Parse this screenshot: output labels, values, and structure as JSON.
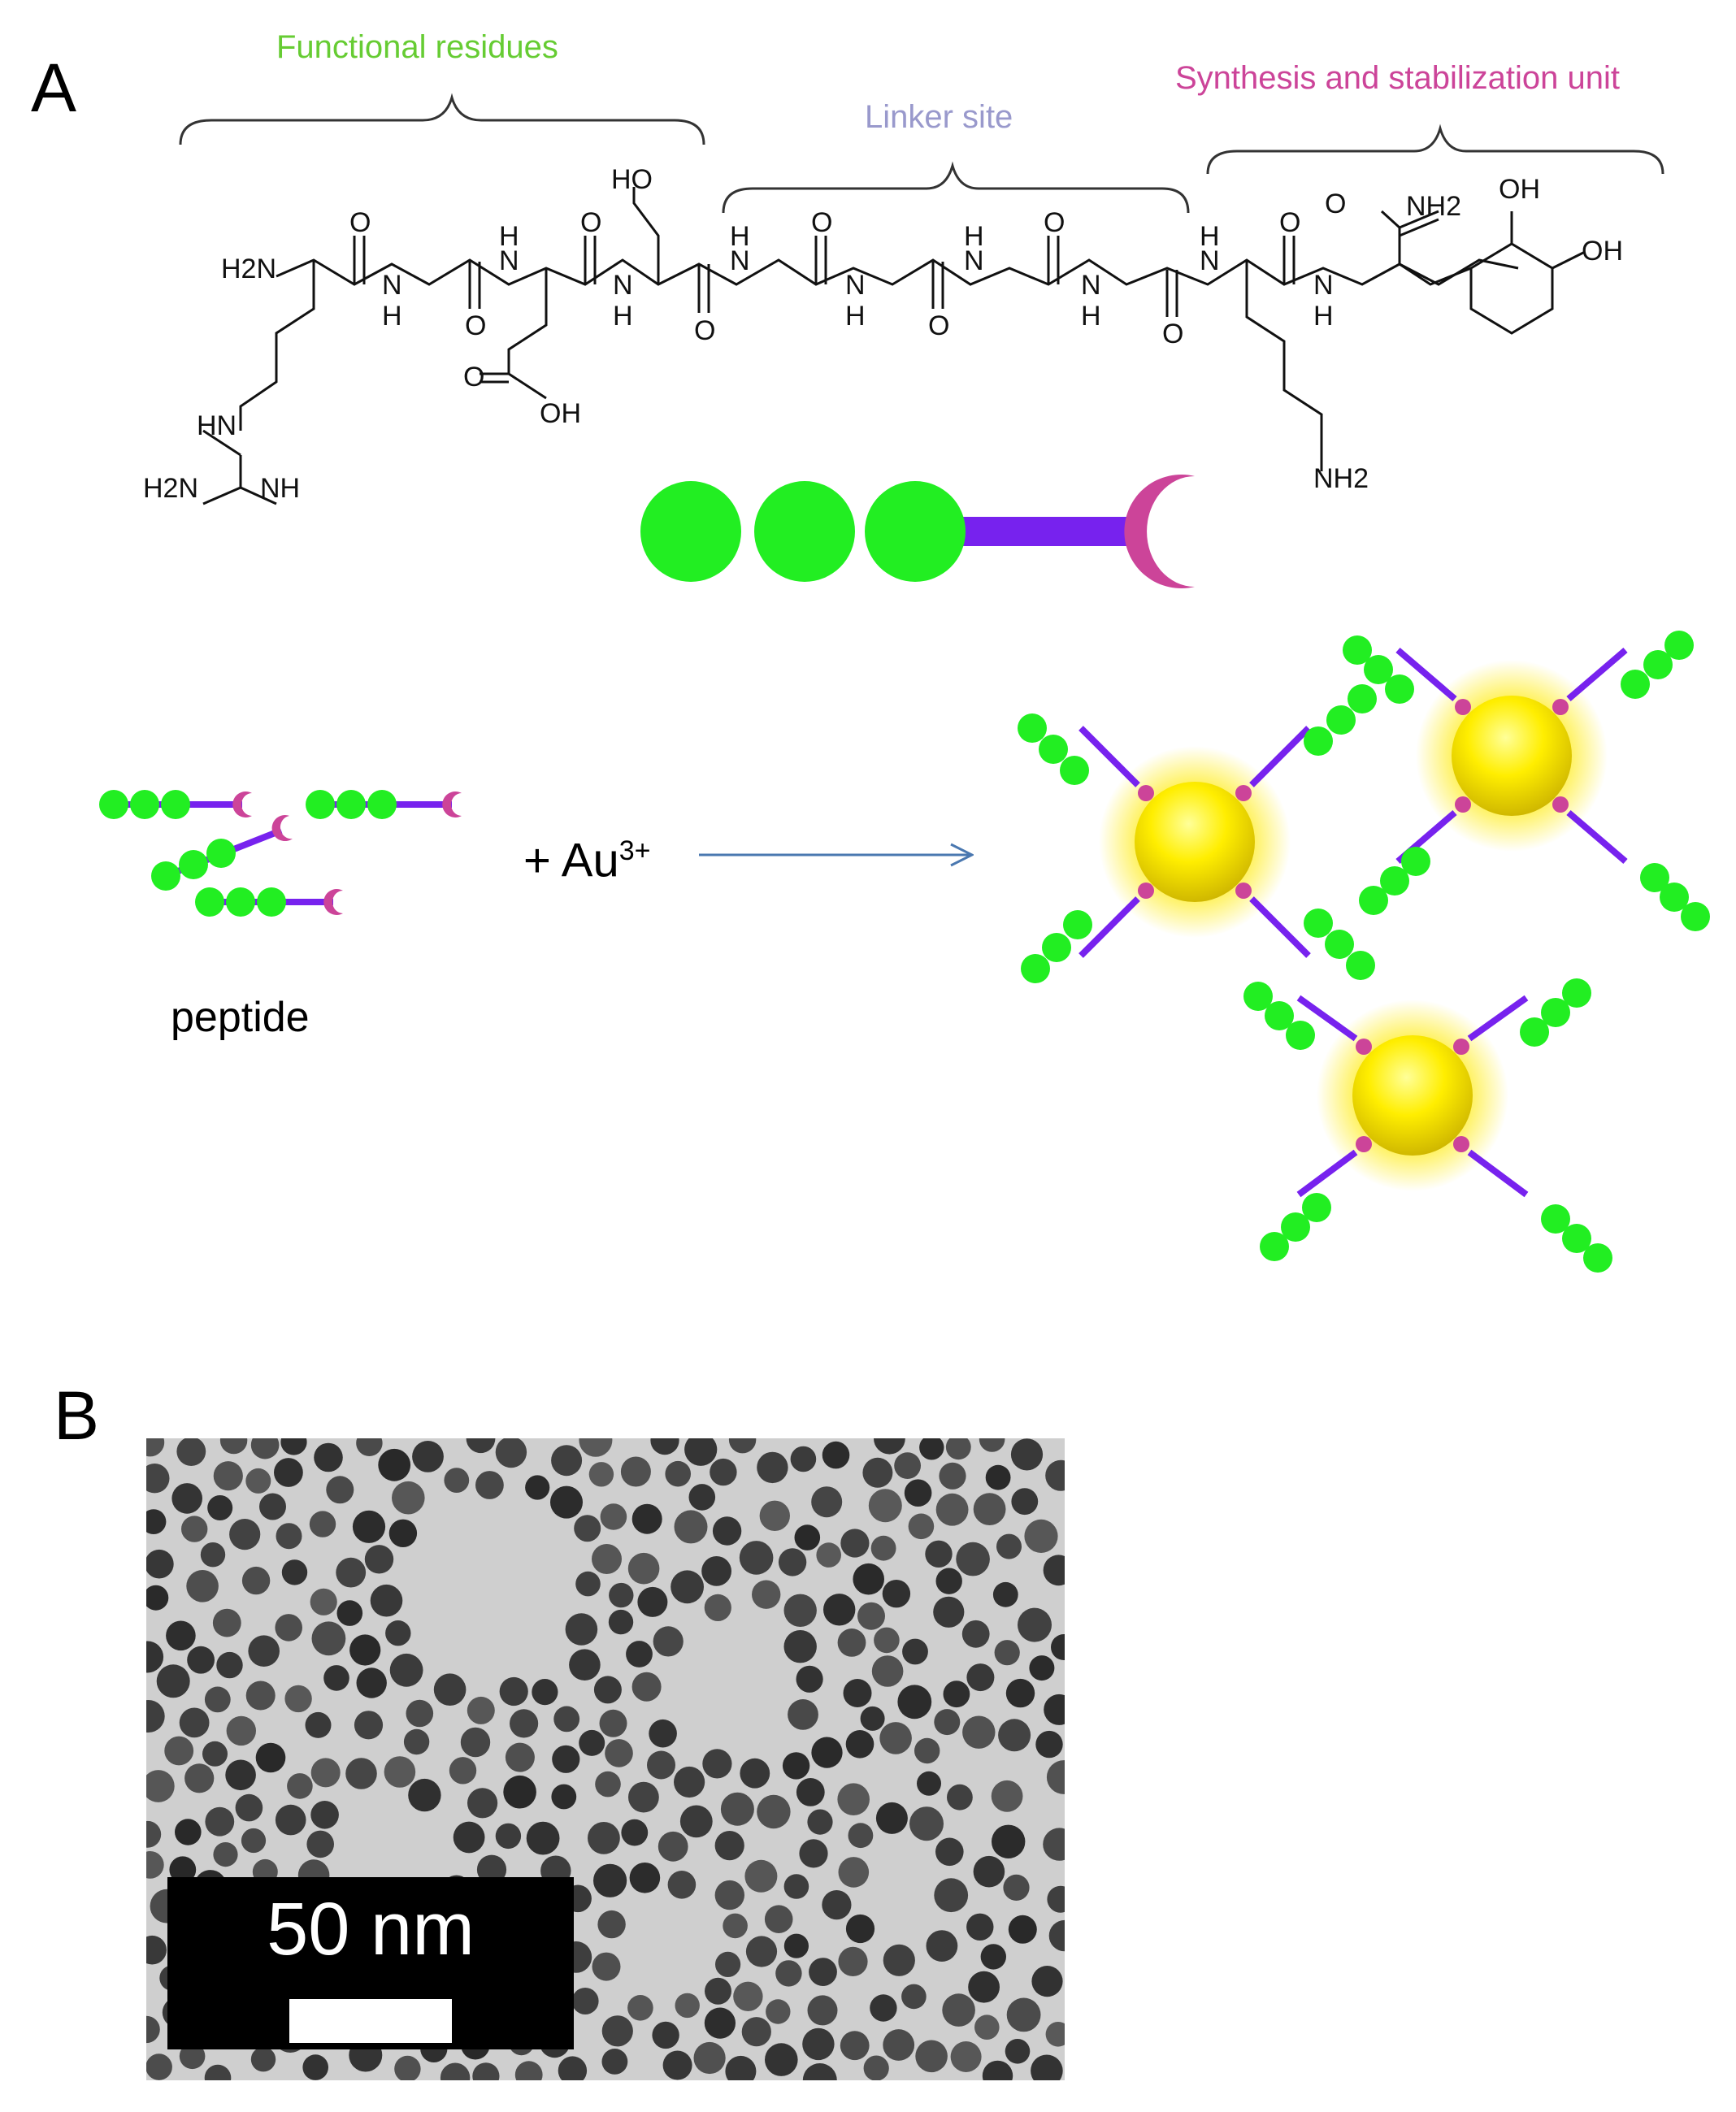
{
  "panel_a": {
    "label": "A",
    "sections": {
      "functional": {
        "text": "Functional residues",
        "color": "#66cc33"
      },
      "linker": {
        "text": "Linker site",
        "color": "#9999cc"
      },
      "synthesis": {
        "text": "Synthesis and stabilization unit",
        "color": "#cc4499"
      }
    },
    "chem_labels": {
      "h2n_top": "H2N",
      "hn_guan": "HN",
      "h2n_guan": "H2N",
      "nh_guan": "NH",
      "nh_lys": "NH2",
      "nh2_amide": "NH2",
      "oh_cooh": "OH",
      "ho_ser": "HO",
      "oh1_cat": "OH",
      "oh2_cat": "OH",
      "o": "O",
      "n": "N",
      "h": "H"
    },
    "reaction": {
      "peptide_label": "peptide",
      "reagent": "+ Au",
      "charge": "3+"
    },
    "colors": {
      "bead": "#22ee22",
      "linker": "#7722ee",
      "anchor": "#cc4499",
      "gold": "#ffee00"
    }
  },
  "panel_b": {
    "label": "B",
    "scale_bar_text": "50 nm"
  }
}
